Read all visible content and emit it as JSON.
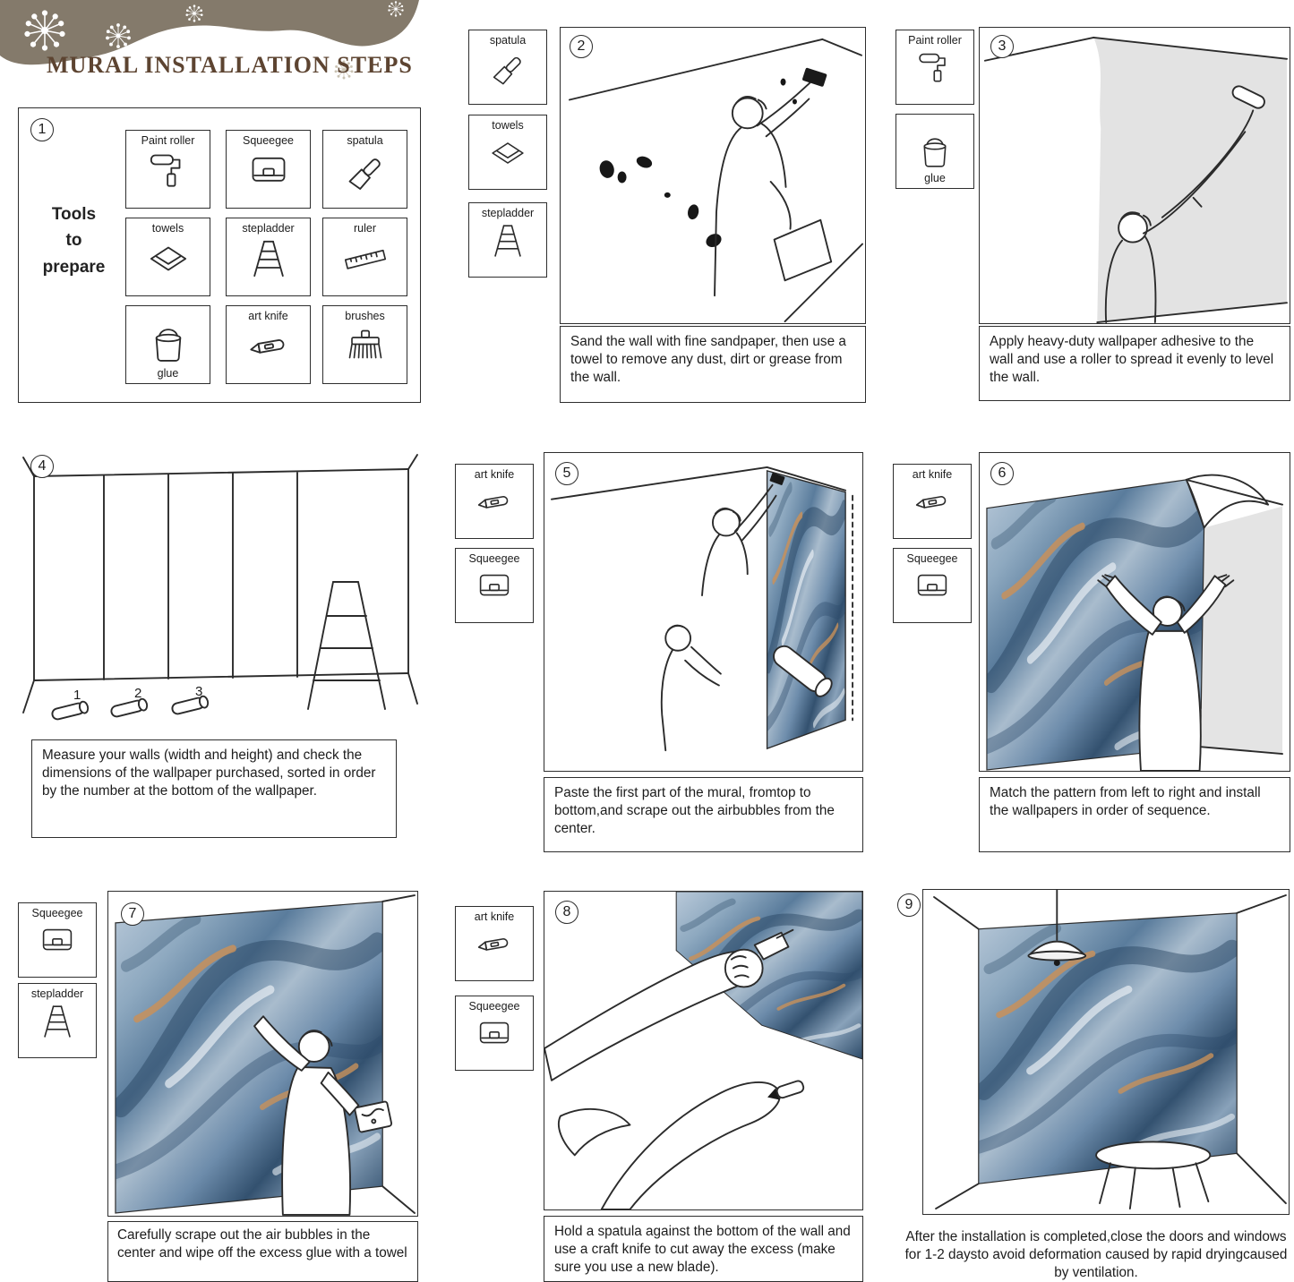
{
  "banner": {
    "title": "MURAL INSTALLATION STEPS"
  },
  "tools_panel": {
    "number": "1",
    "heading_lines": [
      "Tools",
      "to",
      "prepare"
    ],
    "tools": [
      {
        "label": "Paint roller",
        "icon": "paint-roller-icon"
      },
      {
        "label": "Squeegee",
        "icon": "squeegee-icon"
      },
      {
        "label": "spatula",
        "icon": "spatula-icon"
      },
      {
        "label": "towels",
        "icon": "towel-icon"
      },
      {
        "label": "stepladder",
        "icon": "stepladder-icon"
      },
      {
        "label": "ruler",
        "icon": "ruler-icon"
      },
      {
        "label": "glue",
        "icon": "glue-icon"
      },
      {
        "label": "art knife",
        "icon": "art-knife-icon"
      },
      {
        "label": "brushes",
        "icon": "brushes-icon"
      }
    ]
  },
  "steps": [
    {
      "number": "2",
      "tools": [
        {
          "label": "spatula",
          "icon": "spatula-icon"
        },
        {
          "label": "towels",
          "icon": "towel-icon"
        },
        {
          "label": "stepladder",
          "icon": "stepladder-icon"
        }
      ],
      "caption": "Sand the wall with fine sandpaper, then use a towel to remove any dust, dirt or grease from the wall."
    },
    {
      "number": "3",
      "tools": [
        {
          "label": "Paint roller",
          "icon": "paint-roller-icon"
        },
        {
          "label": "glue",
          "icon": "glue-icon"
        }
      ],
      "caption": "Apply heavy-duty wallpaper adhesive to the wall and use a roller to spread it evenly to level the wall."
    },
    {
      "number": "4",
      "tools": [],
      "panel_numbers": [
        "1",
        "2",
        "3"
      ],
      "caption": "Measure your walls (width and height) and check the dimensions of the wallpaper purchased, sorted in order by the number at the bottom of the wallpaper."
    },
    {
      "number": "5",
      "tools": [
        {
          "label": "art knife",
          "icon": "art-knife-icon"
        },
        {
          "label": "Squeegee",
          "icon": "squeegee-icon"
        }
      ],
      "caption": "Paste the first part of the mural, fromtop to bottom,and scrape out the airbubbles from the center."
    },
    {
      "number": "6",
      "tools": [
        {
          "label": "art knife",
          "icon": "art-knife-icon"
        },
        {
          "label": "Squeegee",
          "icon": "squeegee-icon"
        }
      ],
      "caption": "Match the pattern from left to right and install the wallpapers in order of sequence."
    },
    {
      "number": "7",
      "tools": [
        {
          "label": "Squeegee",
          "icon": "squeegee-icon"
        },
        {
          "label": "stepladder",
          "icon": "stepladder-icon"
        }
      ],
      "caption": "Carefully scrape out the air bubbles in the center and wipe off the excess glue with a towel"
    },
    {
      "number": "8",
      "tools": [
        {
          "label": "art knife",
          "icon": "art-knife-icon"
        },
        {
          "label": "Squeegee",
          "icon": "squeegee-icon"
        }
      ],
      "caption": "Hold a spatula against the bottom of the wall and use a craft knife to cut away the excess (make sure you use a new blade)."
    },
    {
      "number": "9",
      "tools": [],
      "caption": "After the installation is completed,close the doors and windows for 1-2 daysto avoid deformation caused by rapid dryingcaused by ventilation."
    }
  ],
  "colors": {
    "banner": "#847a6b",
    "title_text": "#5d4431",
    "ink": "#2b2b2b",
    "adhesive_gray": "#e3e3e3",
    "marble_light": "#b9c9d9",
    "marble_mid": "#6d8cab",
    "marble_dark": "#2c4a68",
    "marble_accent": "#c8915a"
  }
}
